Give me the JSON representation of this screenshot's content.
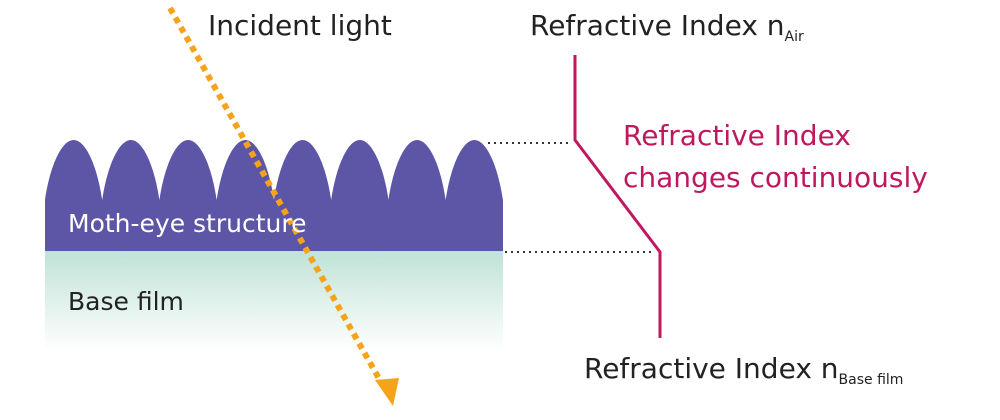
{
  "labels": {
    "incident": "Incident light",
    "moth_eye": "Moth-eye structure",
    "base_film": "Base film",
    "air_prefix": "Refractive Index n",
    "air_sub": "Air",
    "continuous_line1": "Refractive Index",
    "continuous_line2": "changes continuously",
    "base_prefix": "Refractive Index n",
    "base_sub": "Base film"
  },
  "colors": {
    "structure": "#5d55a6",
    "base_film_top": "#bfe3d6",
    "base_film_bottom": "#ffffff",
    "arrow": "#f5a31a",
    "index_line": "#c0185f",
    "continuous_text": "#c0185f",
    "text": "#222222",
    "dotted": "#333333"
  }
}
